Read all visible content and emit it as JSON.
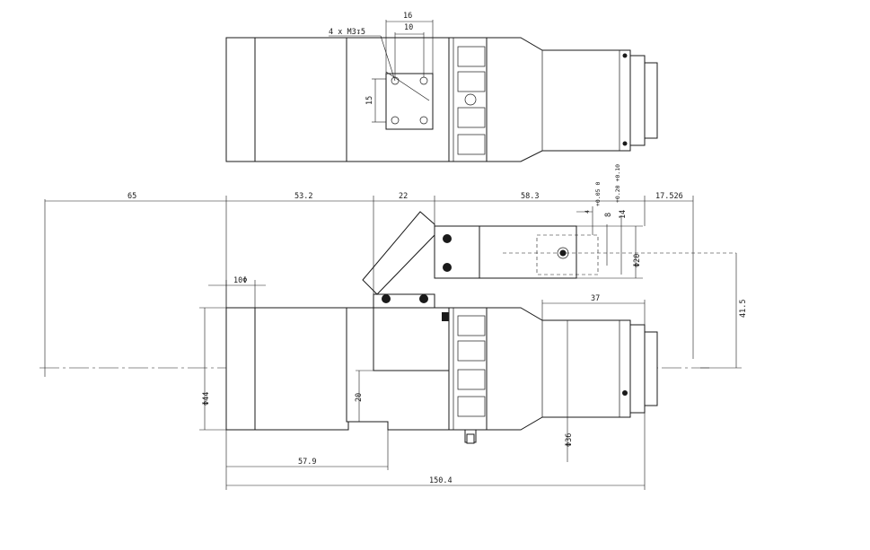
{
  "top_view": {
    "thread_callout": "4 x M3↧5",
    "dim_16": "16",
    "dim_10": "10",
    "dim_15": "15"
  },
  "side_view": {
    "dim_65": "65",
    "dim_53_2": "53.2",
    "dim_22": "22",
    "dim_58_3": "58.3",
    "dim_17_526": "17.526",
    "dim_10_phi": "10Φ",
    "tol_a": "+0.05\n0",
    "tol_b": "+0.20\n+0.10",
    "dim_8": "8",
    "dim_14": "14",
    "dim_phi20": "Φ20",
    "dim_37": "37",
    "dim_41_5": "41.5",
    "dim_phi44": "Φ44",
    "dim_20": "20",
    "dim_phi36": "Φ36",
    "dim_57_9": "57.9",
    "dim_150_4": "150.4"
  }
}
